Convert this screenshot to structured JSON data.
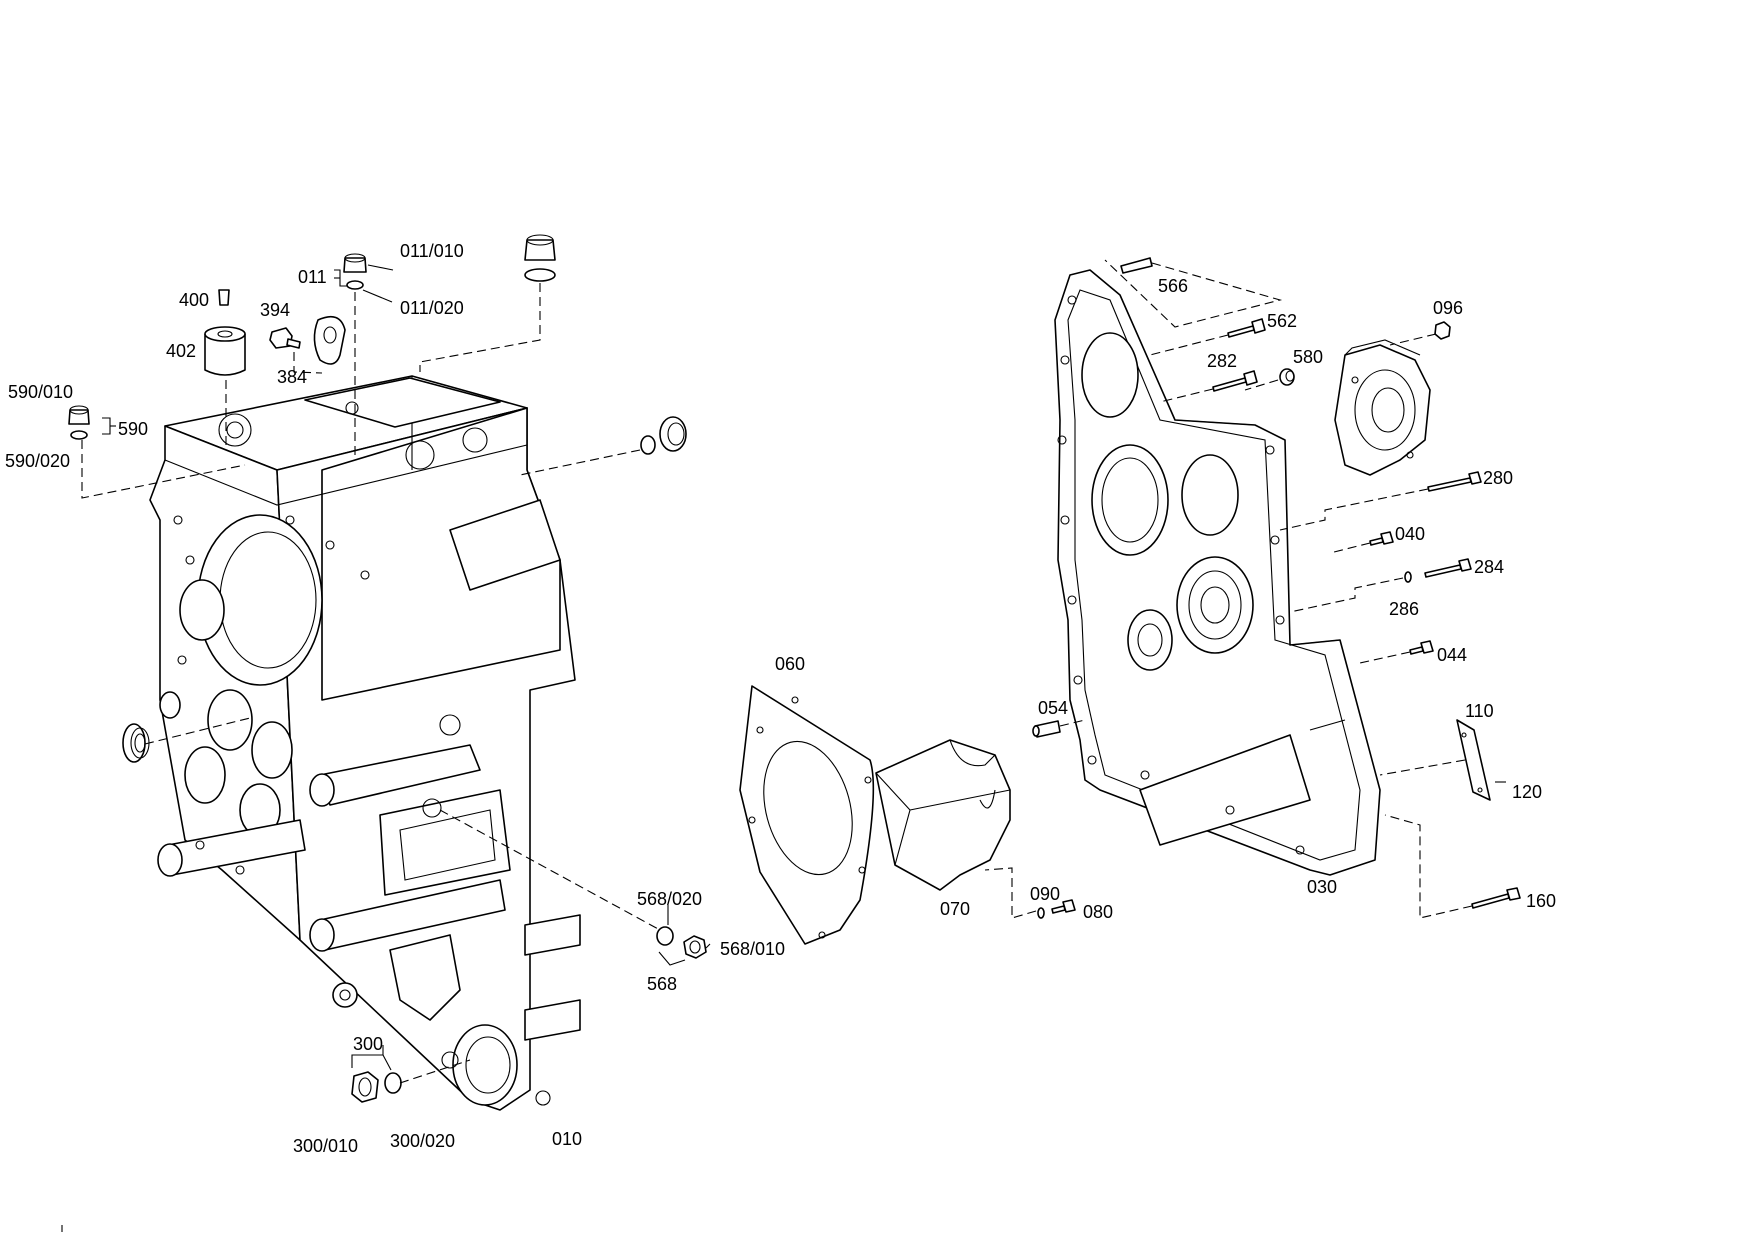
{
  "labels": {
    "p566": "566",
    "p562": "562",
    "p096": "096",
    "p282": "282",
    "p580": "580",
    "p280": "280",
    "p040": "040",
    "p284": "284",
    "p286": "286",
    "p044": "044",
    "p110": "110",
    "p120": "120",
    "p030": "030",
    "p160": "160",
    "p060": "060",
    "p054": "054",
    "p070": "070",
    "p090": "090",
    "p080": "080",
    "p568_020": "568/020",
    "p568_010": "568/010",
    "p568": "568",
    "p011_010": "011/010",
    "p011": "011",
    "p011_020": "011/020",
    "p400": "400",
    "p394": "394",
    "p402": "402",
    "p384": "384",
    "p590_010": "590/010",
    "p590": "590",
    "p590_020": "590/020",
    "p300": "300",
    "p300_010": "300/010",
    "p300_020": "300/020",
    "p010": "010"
  },
  "icons": {
    "housing": "gearbox-housing",
    "cover": "housing-cover",
    "gasket": "gasket",
    "bolt": "bolt",
    "plug": "screw-plug",
    "oring": "o-ring",
    "pin": "cylindrical-pin"
  }
}
